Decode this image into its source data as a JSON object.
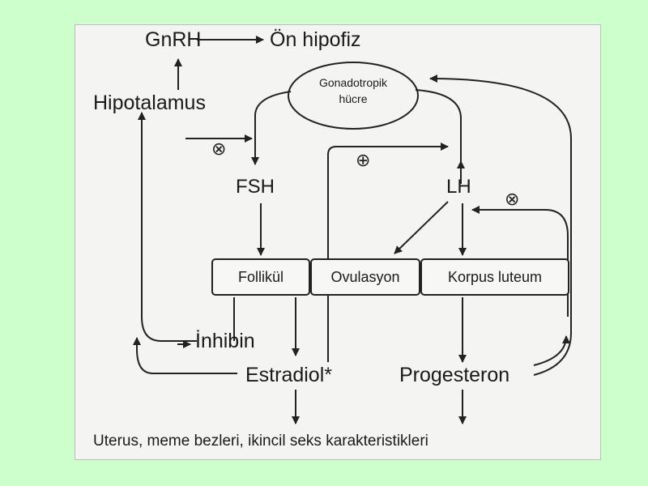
{
  "diagram": {
    "nodes": {
      "gnrh": "GnRH",
      "on_hipofiz": "Ön hipofiz",
      "hipotalamus": "Hipotalamus",
      "gonadotropik_line1": "Gonadotropik",
      "gonadotropik_line2": "hücre",
      "fsh": "FSH",
      "lh": "LH",
      "follikul": "Follikül",
      "ovulasyon": "Ovulasyon",
      "korpus_luteum": "Korpus luteum",
      "inhibin": "İnhibin",
      "estradiol": "Estradiol*",
      "progesteron": "Progesteron",
      "targets": "Uterus, meme bezleri, ikincil seks karakteristikleri"
    },
    "symbols": {
      "inhibit": "⊗",
      "stimulate": "⊕"
    },
    "colors": {
      "background": "#ccffcc",
      "panel": "#f4f4f2",
      "ink": "#222222"
    }
  }
}
